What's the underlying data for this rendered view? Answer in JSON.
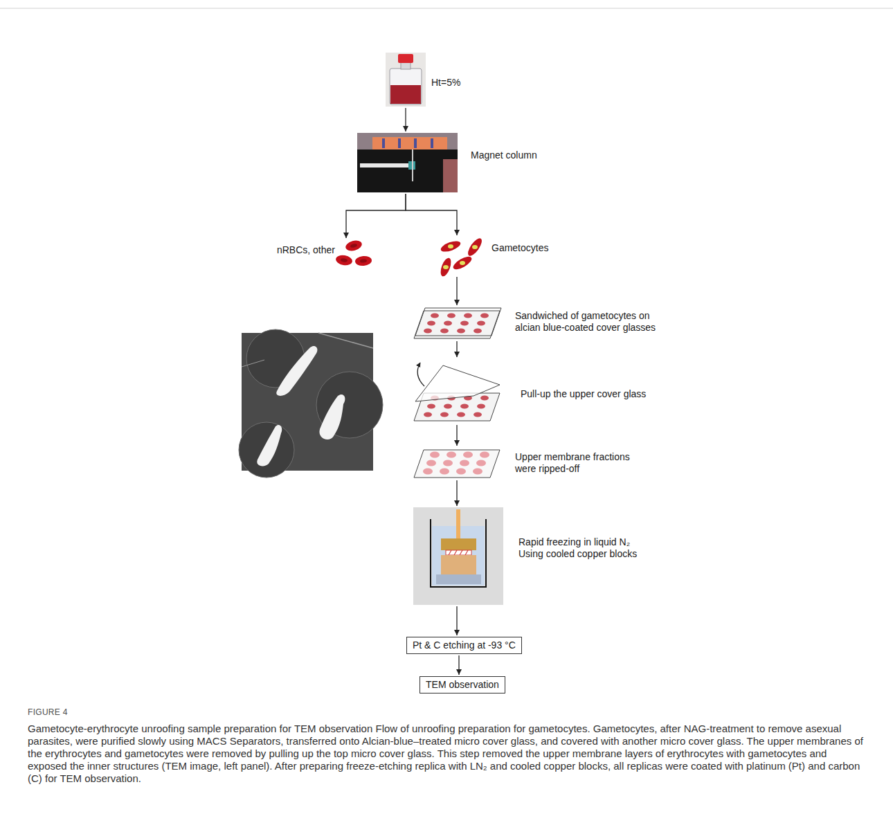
{
  "diagram": {
    "caption": "Gametocyte-erythrocyte unroofing sample preparation for TEM observation Flow of unroofing preparation for gametocytes. Gametocytes, after NAG-treatment to remove asexual parasites, were purified slowly using MACS Separators, transferred onto Alcian-blue–treated micro cover glass, and covered with another micro cover glass. The upper membranes of the erythrocytes and gametocytes were removed by pulling up the top micro cover glass. This step removed the upper membrane layers of erythrocytes with gametocytes and exposed the inner structures (TEM image, left panel). After preparing freeze-etching replica with LN₂ and cooled copper blocks, all replicas were coated with platinum (Pt) and carbon (C) for TEM observation.",
    "nodes": [
      {
        "text": [
          "Ht=5%"
        ]
      },
      {
        "text": [
          "Magnet column"
        ]
      },
      {
        "text": [
          "nRBCs, other"
        ]
      },
      {
        "text": [
          "Gametocytes"
        ]
      },
      {
        "text": [
          "Sandwiched of gametocytes on alcian blue-coated cover glasses"
        ]
      },
      {
        "text": [
          "Pull-up the upper cover glass"
        ]
      },
      {
        "text": [
          "Upper membrane fractions were ripped-off"
        ]
      },
      {
        "text": [
          "Rapid freezing in liquid N₂ Using cooled copper blocks"
        ]
      },
      {
        "text": [
          "Pt & C etching at -93 °C"
        ]
      },
      {
        "text": [
          "TEM observation"
        ]
      }
    ],
    "edges": [
      {
        "from": 0,
        "to": 1,
        "arrow": "to"
      },
      {
        "from": 1,
        "to": 2,
        "arrow": "to"
      },
      {
        "from": 1,
        "to": 3,
        "arrow": "to"
      },
      {
        "from": 3,
        "to": 4,
        "arrow": "to"
      },
      {
        "from": 4,
        "to": 5,
        "arrow": "to"
      },
      {
        "from": 5,
        "to": 6,
        "arrow": "to"
      },
      {
        "from": 6,
        "to": 7,
        "arrow": "to"
      },
      {
        "from": 7,
        "to": 8,
        "arrow": "to"
      },
      {
        "from": 8,
        "to": 9,
        "arrow": "to"
      }
    ],
    "labels": [
      "FIGURE 4"
    ]
  }
}
